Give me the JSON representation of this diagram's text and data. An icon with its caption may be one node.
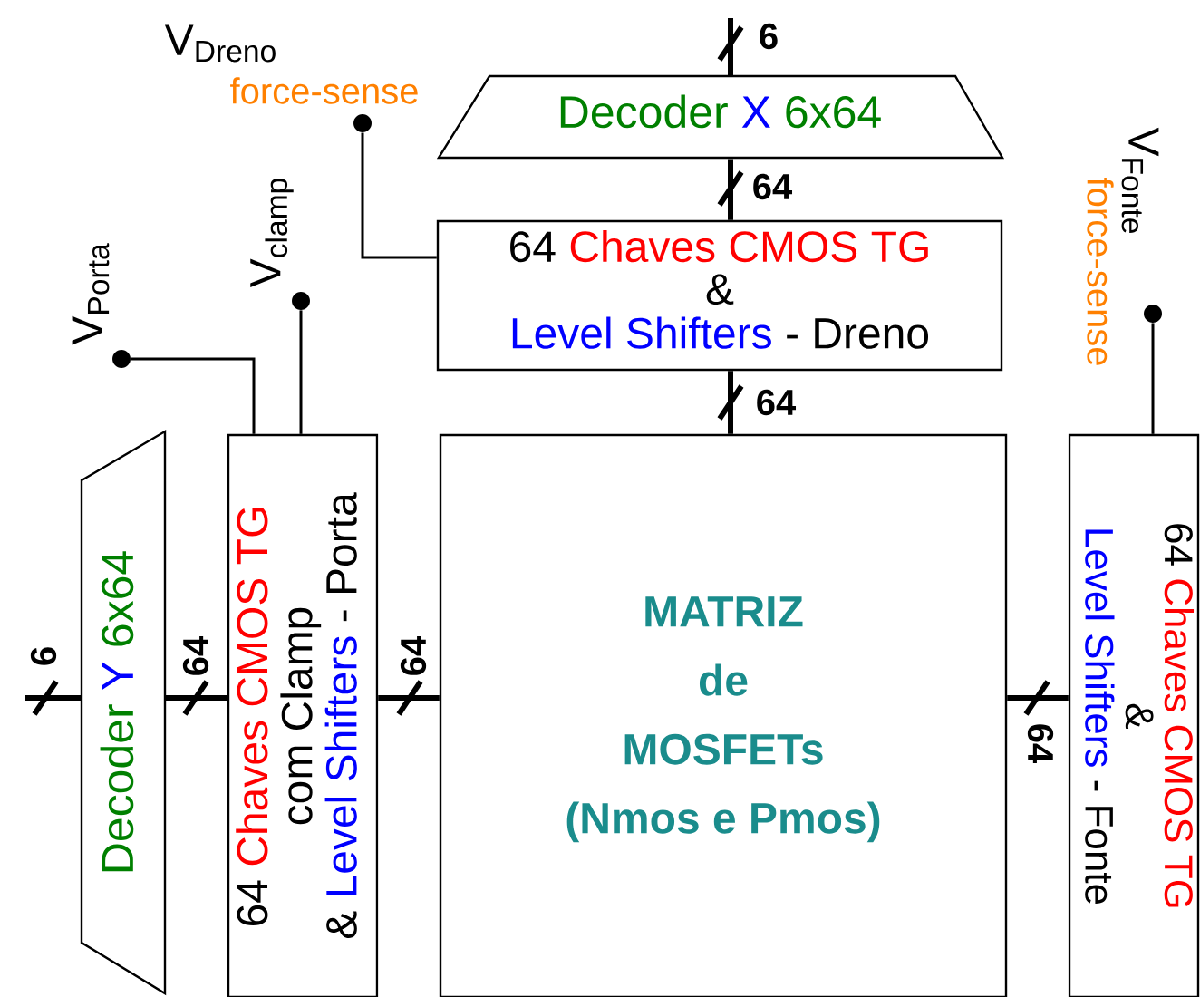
{
  "diagram": {
    "nodes": [
      {
        "text": [
          "Decoder",
          "X",
          "6x64"
        ]
      },
      {
        "text": [
          "64",
          "Chaves CMOS TG",
          "&",
          "Level Shifters",
          "- Dreno"
        ]
      },
      {
        "text": [
          "MATRIZ",
          "de",
          "MOSFETs",
          "(Nmos e Pmos)"
        ]
      },
      {
        "text": [
          "Decoder",
          "Y",
          "6x64"
        ]
      },
      {
        "text": [
          "64",
          "Chaves CMOS TG",
          "com Clamp",
          "&",
          "Level Shifters",
          "- Porta"
        ]
      },
      {
        "text": [
          "64",
          "Chaves CMOS TG",
          "&",
          "Level Shifters",
          "- Fonte"
        ]
      },
      {
        "text": [],
        "shape": "circle",
        "beside": [
          "V$_{Dreno}$",
          "force-sense"
        ]
      },
      {
        "text": [],
        "shape": "circle",
        "beside": [
          "V$_{clamp}$"
        ]
      },
      {
        "text": [],
        "shape": "circle",
        "beside": [
          "V$_{Porta}$"
        ]
      },
      {
        "text": [],
        "shape": "circle",
        "beside": [
          "V$_{Fonte}$",
          "force-sense"
        ]
      }
    ],
    "edges": [
      {
        "from": null,
        "to": 0,
        "arrow": "none",
        "label": "6"
      },
      {
        "from": 0,
        "to": 1,
        "arrow": "none",
        "label": "64"
      },
      {
        "from": 1,
        "to": 2,
        "arrow": "none",
        "label": "64"
      },
      {
        "from": null,
        "to": 3,
        "arrow": "none",
        "label": "6"
      },
      {
        "from": 3,
        "to": 4,
        "arrow": "none",
        "label": "64"
      },
      {
        "from": 4,
        "to": 2,
        "arrow": "none",
        "label": "64"
      },
      {
        "from": 2,
        "to": 5,
        "arrow": "none",
        "label": "64"
      },
      {
        "from": 6,
        "to": 1,
        "arrow": "none"
      },
      {
        "from": 7,
        "to": 4,
        "arrow": "none"
      },
      {
        "from": 8,
        "to": 4,
        "arrow": "none"
      },
      {
        "from": 9,
        "to": 5,
        "arrow": "none"
      }
    ]
  }
}
